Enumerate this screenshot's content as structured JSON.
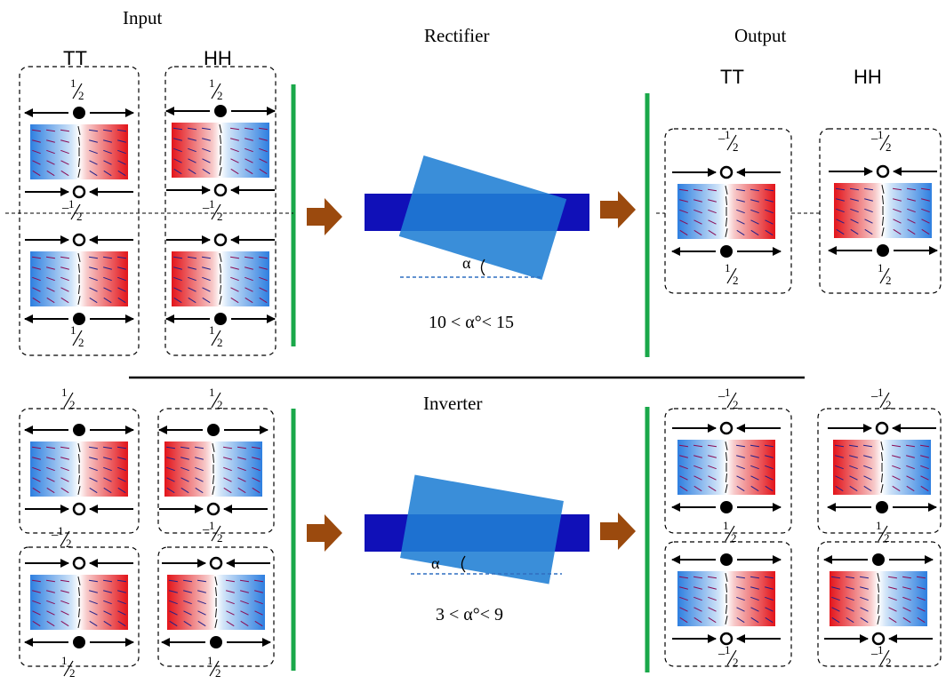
{
  "labels": {
    "input": "Input",
    "output": "Output",
    "rectifier": "Rectifier",
    "inverter": "Inverter",
    "tt": "TT",
    "hh": "HH",
    "half_num": "1",
    "half_den": "2",
    "minus": "−",
    "alpha": "α",
    "rectifier_range": "10 < α°< 15",
    "inverter_range": "3 < α°< 9"
  },
  "colors": {
    "bar_green": "#1aa84a",
    "arrow_brown": "#9b4a0e",
    "dark_bar": "#1010b8",
    "tilted_plate": "#1f7ed4",
    "wall_red": "#e3141a",
    "wall_blue": "#2e7fe0",
    "dashed_line": "#2f6fc0"
  },
  "diagram": {
    "rectifier": {
      "inputs": [
        {
          "type": "TT",
          "top": {
            "charge": "1/2",
            "symbol": "filled"
          },
          "bottom": {
            "charge": "-1/2",
            "symbol": "open"
          },
          "left_color": "blue"
        },
        {
          "type": "HH",
          "top": {
            "charge": "1/2",
            "symbol": "filled"
          },
          "bottom": {
            "charge": "-1/2",
            "symbol": "open"
          },
          "left_color": "red"
        },
        {
          "type": "TT",
          "top": {
            "charge": "-1/2",
            "symbol": "open"
          },
          "bottom": {
            "charge": "1/2",
            "symbol": "filled"
          },
          "left_color": "blue"
        },
        {
          "type": "HH",
          "top": {
            "charge": "-1/2",
            "symbol": "open"
          },
          "bottom": {
            "charge": "1/2",
            "symbol": "filled"
          },
          "left_color": "red"
        }
      ],
      "outputs": [
        {
          "type": "TT",
          "top": {
            "charge": "-1/2",
            "symbol": "open"
          },
          "bottom": {
            "charge": "1/2",
            "symbol": "filled"
          },
          "left_color": "blue"
        },
        {
          "type": "HH",
          "top": {
            "charge": "-1/2",
            "symbol": "open"
          },
          "bottom": {
            "charge": "1/2",
            "symbol": "filled"
          },
          "left_color": "red"
        }
      ],
      "alpha_range": "10 < α°< 15"
    },
    "inverter": {
      "inputs": [
        {
          "type": "TT",
          "top": {
            "charge": "1/2",
            "symbol": "filled"
          },
          "bottom": {
            "charge": "-1/2",
            "symbol": "open"
          },
          "left_color": "blue"
        },
        {
          "type": "HH",
          "top": {
            "charge": "1/2",
            "symbol": "filled"
          },
          "bottom": {
            "charge": "-1/2",
            "symbol": "open"
          },
          "left_color": "red"
        },
        {
          "type": "TT",
          "top": {
            "charge": "-1/2",
            "symbol": "open"
          },
          "bottom": {
            "charge": "1/2",
            "symbol": "filled"
          },
          "left_color": "blue"
        },
        {
          "type": "HH",
          "top": {
            "charge": "-1/2",
            "symbol": "open"
          },
          "bottom": {
            "charge": "1/2",
            "symbol": "filled"
          },
          "left_color": "red"
        }
      ],
      "outputs": [
        {
          "type": "TT",
          "top": {
            "charge": "-1/2",
            "symbol": "open"
          },
          "bottom": {
            "charge": "1/2",
            "symbol": "filled"
          },
          "left_color": "blue"
        },
        {
          "type": "HH",
          "top": {
            "charge": "-1/2",
            "symbol": "open"
          },
          "bottom": {
            "charge": "1/2",
            "symbol": "filled"
          },
          "left_color": "red"
        },
        {
          "type": "TT",
          "top": {
            "charge": "1/2",
            "symbol": "filled"
          },
          "bottom": {
            "charge": "-1/2",
            "symbol": "open"
          },
          "left_color": "blue"
        },
        {
          "type": "HH",
          "top": {
            "charge": "1/2",
            "symbol": "filled"
          },
          "bottom": {
            "charge": "-1/2",
            "symbol": "open"
          },
          "left_color": "red"
        }
      ],
      "alpha_range": "3 < α°< 9"
    }
  }
}
